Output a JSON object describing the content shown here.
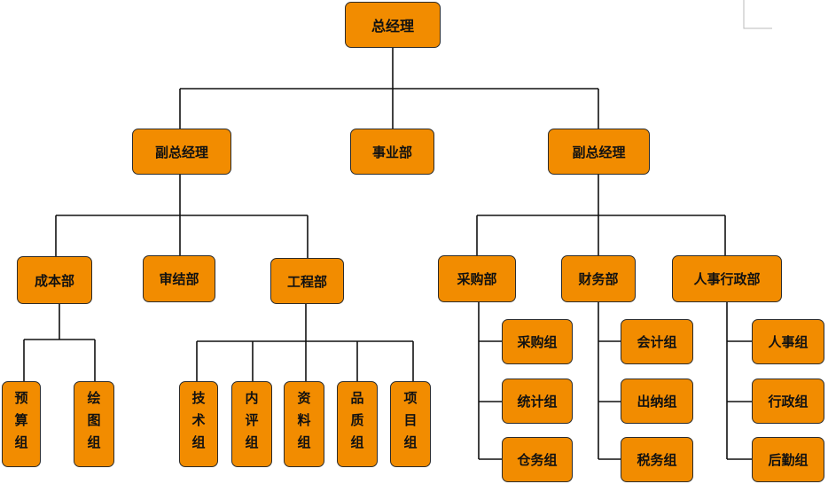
{
  "colors": {
    "node_fill": "#F28C00",
    "node_border": "#2b2b2b",
    "line": "#111111"
  },
  "nodes": {
    "gm": "总经理",
    "vp_left": "副总经理",
    "business": "事业部",
    "vp_right": "副总经理",
    "cost": "成本部",
    "audit": "审结部",
    "engineering": "工程部",
    "procurement": "采购部",
    "finance": "财务部",
    "hr_admin": "人事行政部",
    "budget": "预算组",
    "drawing": "绘图组",
    "tech": "技术组",
    "review": "内评组",
    "data": "资料组",
    "quality": "品质组",
    "project": "项目组",
    "purchase_group": "采购组",
    "stats_group": "统计组",
    "warehouse_group": "仓务组",
    "accounting_group": "会计组",
    "cashier_group": "出纳组",
    "tax_group": "税务组",
    "hr_group": "人事组",
    "admin_group": "行政组",
    "logistics_group": "后勤组"
  }
}
